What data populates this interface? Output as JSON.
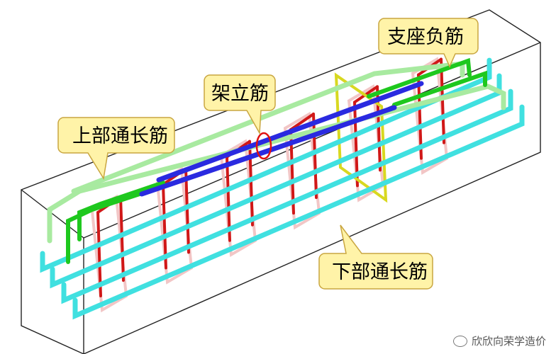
{
  "diagram": {
    "labels": {
      "top_longitudinal": "上部通长筋",
      "erection_bar": "架立筋",
      "support_negative": "支座负筋",
      "bottom_longitudinal": "下部通长筋"
    },
    "colors": {
      "top_longitudinal": "#a8eaa0",
      "support_negative": "#1ec81e",
      "erection_bar": "#2a2ae0",
      "bottom_longitudinal": "#40e0e0",
      "stirrup_red": "#d01818",
      "stirrup_pink": "#f2c6c6",
      "stirrup_yellow": "#d8d820",
      "callout_fill": "#fff3a8",
      "callout_stroke": "#c9a640",
      "highlight_ring": "#e01010"
    }
  },
  "watermark": {
    "text": "欣欣向荣学造价",
    "icon": "wechat-icon"
  }
}
